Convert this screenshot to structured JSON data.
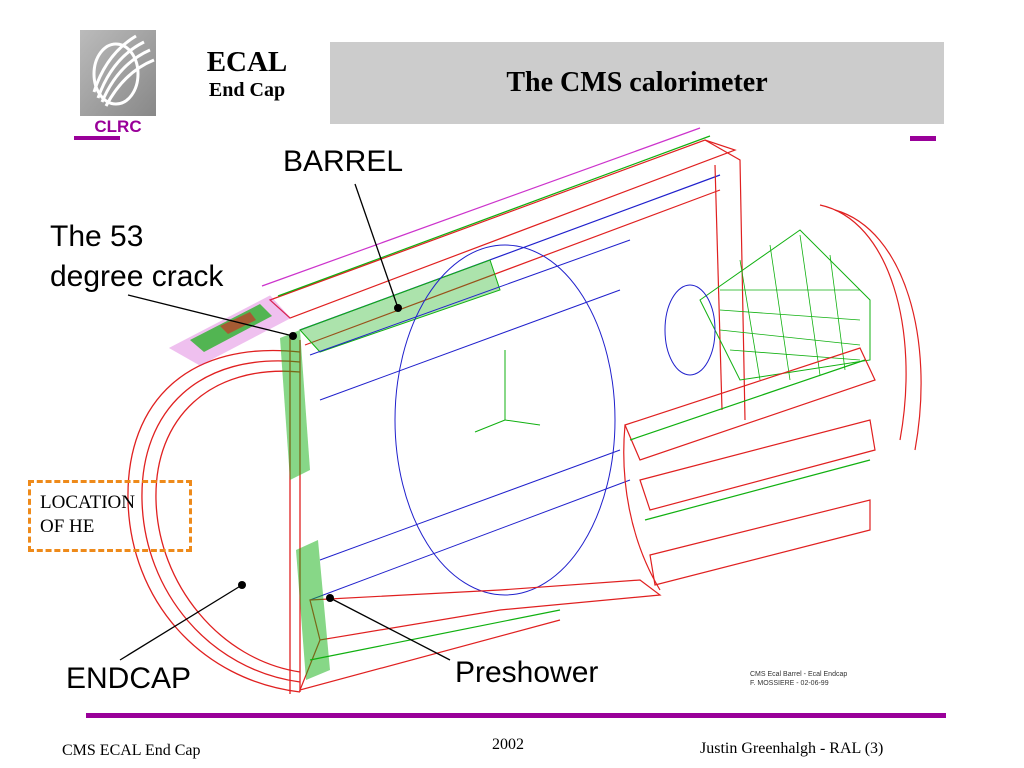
{
  "logo": {
    "text": "CLRC",
    "icon": "clrc-logo-icon",
    "color": "#990099"
  },
  "header": {
    "ecal": "ECAL",
    "subtitle": "End Cap",
    "title": "The CMS calorimeter"
  },
  "labels": {
    "barrel": "BARREL",
    "crack_line1": "The 53",
    "crack_line2": "degree crack",
    "endcap": "ENDCAP",
    "preshower": "Preshower",
    "he_line1": "LOCATION",
    "he_line2": "OF HE"
  },
  "credit": {
    "line1": "CMS Ecal Barrel - Ecal Endcap",
    "line2": "F. MOSSIERE - 02-06-99"
  },
  "footer": {
    "left": "CMS ECAL End Cap",
    "center": "2002",
    "right": "Justin Greenhalgh - RAL (3)"
  },
  "colors": {
    "accent": "#990099",
    "red": "#e02020",
    "green": "#10b010",
    "blue": "#2020cc",
    "magenta": "#cc33cc",
    "dashed_box": "#ee8a1a",
    "title_bg": "#cccccc"
  }
}
